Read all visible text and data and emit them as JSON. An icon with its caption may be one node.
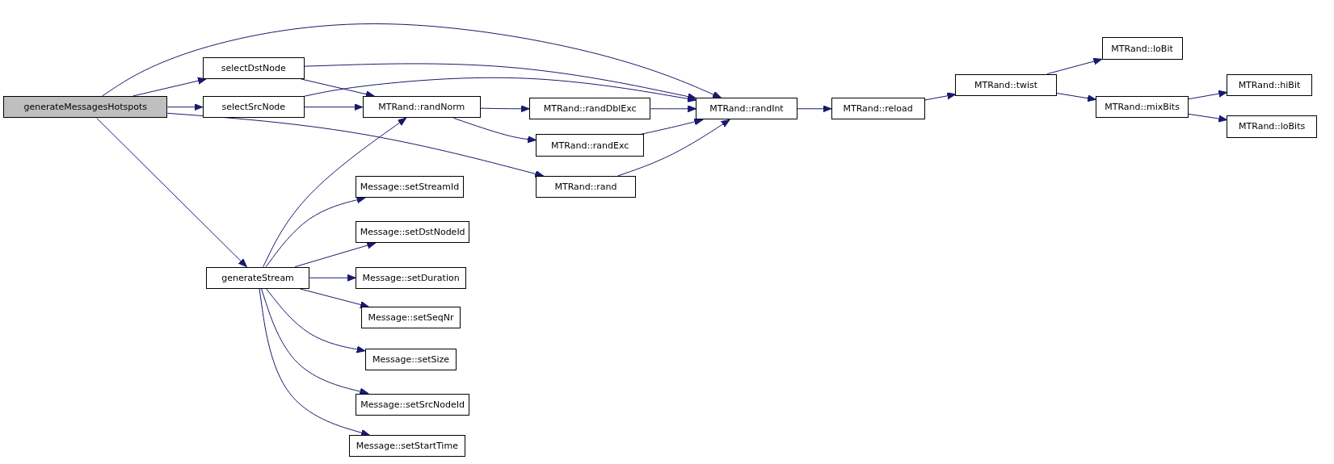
{
  "diagram": {
    "nodes": [
      {
        "text": [
          "generateMessagesHotspots"
        ]
      },
      {
        "text": [
          "selectDstNode"
        ]
      },
      {
        "text": [
          "selectSrcNode"
        ]
      },
      {
        "text": [
          "MTRand::randInt"
        ]
      },
      {
        "text": [
          "MTRand::randNorm"
        ]
      },
      {
        "text": [
          "MTRand::randDblExc"
        ]
      },
      {
        "text": [
          "MTRand::randExc"
        ]
      },
      {
        "text": [
          "MTRand::rand"
        ]
      },
      {
        "text": [
          "MTRand::reload"
        ]
      },
      {
        "text": [
          "MTRand::twist"
        ]
      },
      {
        "text": [
          "MTRand::loBit"
        ]
      },
      {
        "text": [
          "MTRand::mixBits"
        ]
      },
      {
        "text": [
          "MTRand::hiBit"
        ]
      },
      {
        "text": [
          "MTRand::loBits"
        ]
      },
      {
        "text": [
          "generateStream"
        ]
      },
      {
        "text": [
          "Message::setStreamId"
        ]
      },
      {
        "text": [
          "Message::setDstNodeId"
        ]
      },
      {
        "text": [
          "Message::setDuration"
        ]
      },
      {
        "text": [
          "Message::setSeqNr"
        ]
      },
      {
        "text": [
          "Message::setSize"
        ]
      },
      {
        "text": [
          "Message::setSrcNodeId"
        ]
      },
      {
        "text": [
          "Message::setStartTime"
        ]
      }
    ],
    "edges": [
      {
        "from": 0,
        "to": 3,
        "arrow": "to"
      },
      {
        "from": 0,
        "to": 1,
        "arrow": "to"
      },
      {
        "from": 0,
        "to": 2,
        "arrow": "to"
      },
      {
        "from": 0,
        "to": 7,
        "arrow": "to"
      },
      {
        "from": 0,
        "to": 14,
        "arrow": "to"
      },
      {
        "from": 1,
        "to": 3,
        "arrow": "to"
      },
      {
        "from": 1,
        "to": 4,
        "arrow": "to"
      },
      {
        "from": 2,
        "to": 3,
        "arrow": "to"
      },
      {
        "from": 2,
        "to": 4,
        "arrow": "to"
      },
      {
        "from": 4,
        "to": 5,
        "arrow": "to"
      },
      {
        "from": 4,
        "to": 6,
        "arrow": "to"
      },
      {
        "from": 5,
        "to": 3,
        "arrow": "to"
      },
      {
        "from": 6,
        "to": 3,
        "arrow": "to"
      },
      {
        "from": 7,
        "to": 3,
        "arrow": "to"
      },
      {
        "from": 3,
        "to": 8,
        "arrow": "to"
      },
      {
        "from": 8,
        "to": 9,
        "arrow": "to"
      },
      {
        "from": 9,
        "to": 10,
        "arrow": "to"
      },
      {
        "from": 9,
        "to": 11,
        "arrow": "to"
      },
      {
        "from": 11,
        "to": 12,
        "arrow": "to"
      },
      {
        "from": 11,
        "to": 13,
        "arrow": "to"
      },
      {
        "from": 14,
        "to": 4,
        "arrow": "to"
      },
      {
        "from": 14,
        "to": 15,
        "arrow": "to"
      },
      {
        "from": 14,
        "to": 16,
        "arrow": "to"
      },
      {
        "from": 14,
        "to": 17,
        "arrow": "to"
      },
      {
        "from": 14,
        "to": 18,
        "arrow": "to"
      },
      {
        "from": 14,
        "to": 19,
        "arrow": "to"
      },
      {
        "from": 14,
        "to": 20,
        "arrow": "to"
      },
      {
        "from": 14,
        "to": 21,
        "arrow": "to"
      }
    ]
  }
}
